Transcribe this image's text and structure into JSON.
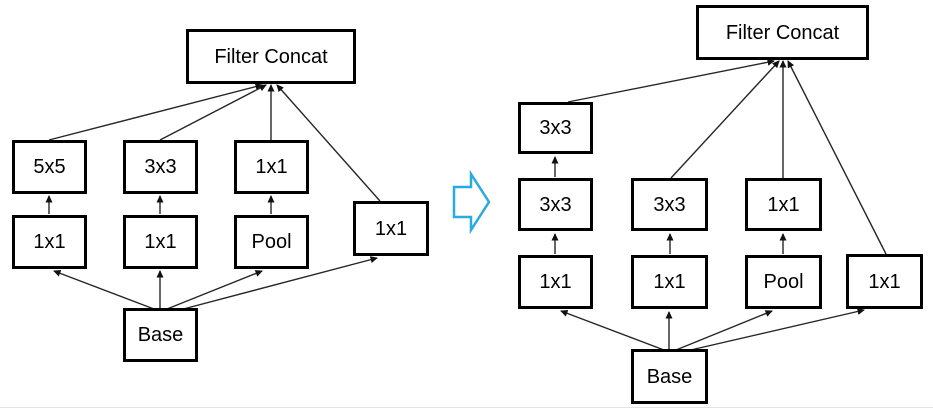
{
  "figure": {
    "description": "Inception module factorization: original module (5x5 branch) transformed into module with two stacked 3x3 convolutions"
  },
  "colors": {
    "background": "#ffffff",
    "box_border": "#000000",
    "box_fill": "#ffffff",
    "edge_line": "#262626",
    "transform_arrow": "#29ABE2"
  },
  "left_module": {
    "filter_concat": "Filter Concat",
    "branch1_top": "5x5",
    "branch1_bottom": "1x1",
    "branch2_top": "3x3",
    "branch2_bottom": "1x1",
    "branch3_top": "1x1",
    "branch3_bottom": "Pool",
    "branch4": "1x1",
    "base": "Base",
    "connections": [
      "5x5 -> Filter Concat",
      "3x3 -> Filter Concat",
      "1x1 -> Filter Concat",
      "1x1 (side branch) -> Filter Concat",
      "1x1 -> 5x5",
      "1x1 -> 3x3",
      "Pool -> 1x1",
      "Base -> 1x1",
      "Base -> 1x1",
      "Base -> Pool",
      "Base -> 1x1 (side branch)"
    ]
  },
  "transform_arrow": {
    "direction": "right",
    "color": "#29ABE2"
  },
  "right_module": {
    "filter_concat": "Filter Concat",
    "branch1_top": "3x3",
    "branch1_mid": "3x3",
    "branch1_bottom": "1x1",
    "branch2_top": "3x3",
    "branch2_bottom": "1x1",
    "branch3_top": "1x1",
    "branch3_bottom": "Pool",
    "branch4": "1x1",
    "base": "Base",
    "connections": [
      "3x3 (top) -> Filter Concat",
      "3x3 -> Filter Concat",
      "1x1 -> Filter Concat",
      "1x1 (side branch) -> Filter Concat",
      "3x3 -> 3x3 (top)",
      "1x1 -> 3x3",
      "1x1 -> 3x3",
      "Pool -> 1x1",
      "Base -> 1x1",
      "Base -> 1x1",
      "Base -> Pool",
      "Base -> 1x1 (side branch)"
    ]
  }
}
